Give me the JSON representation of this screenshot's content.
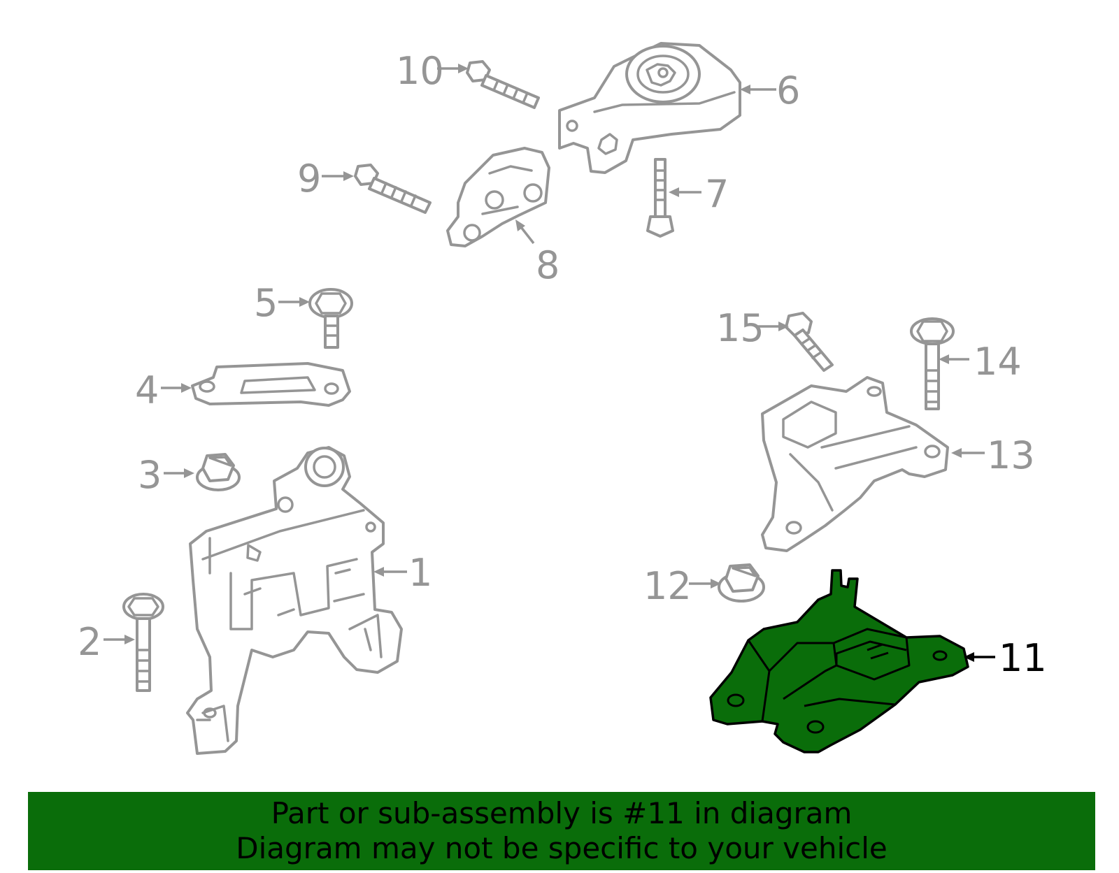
{
  "callouts": {
    "c1": "1",
    "c2": "2",
    "c3": "3",
    "c4": "4",
    "c5": "5",
    "c6": "6",
    "c7": "7",
    "c8": "8",
    "c9": "9",
    "c10": "10",
    "c11": "11",
    "c12": "12",
    "c13": "13",
    "c14": "14",
    "c15": "15"
  },
  "highlighted_part": "11",
  "colors": {
    "highlight": "#0a6d0a",
    "line": "#959595",
    "text": "#000000"
  },
  "banner": {
    "line1": "Part or sub-assembly is #11 in diagram",
    "line2": "Diagram may not be specific to your vehicle"
  }
}
